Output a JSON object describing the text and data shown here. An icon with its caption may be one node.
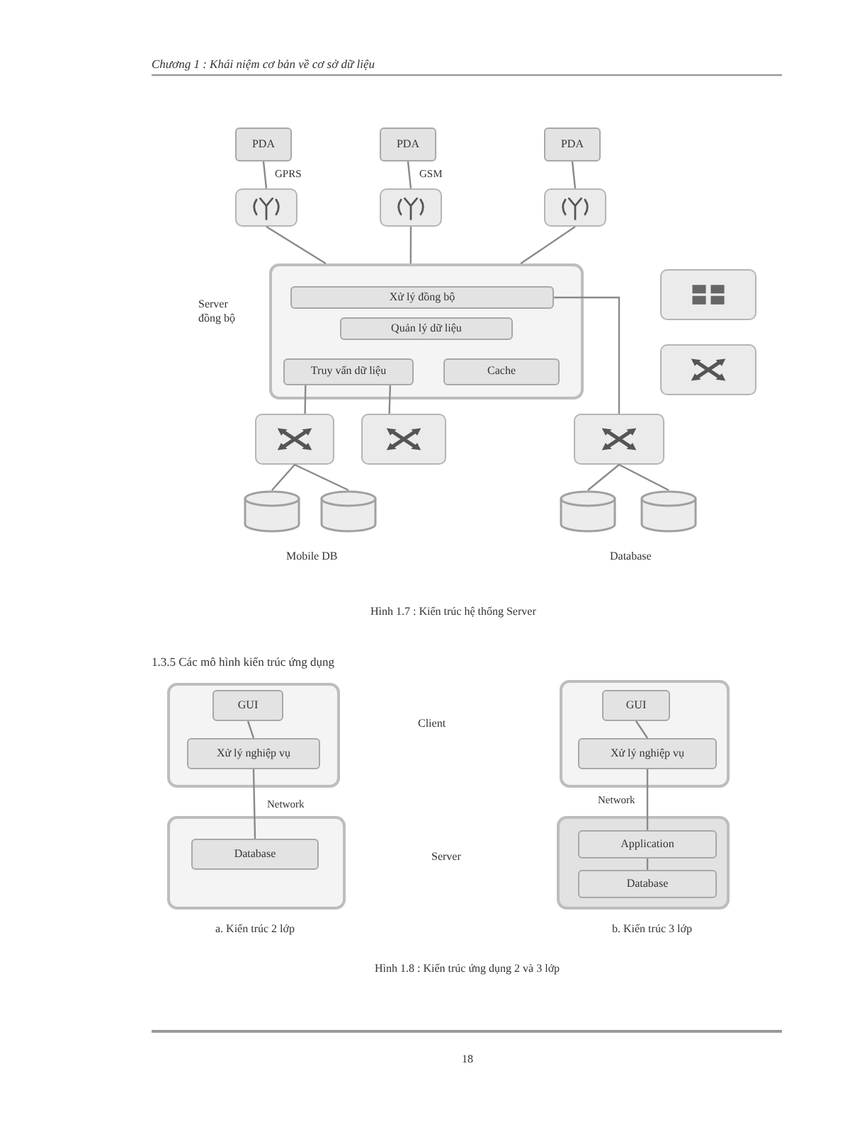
{
  "diagram": {
    "nodes": [
      {
        "text": [
          "PDA"
        ]
      },
      {
        "text": [
          "PDA"
        ]
      },
      {
        "text": [
          "PDA"
        ]
      },
      {
        "text": [],
        "shape": "picture"
      },
      {
        "text": [],
        "shape": "picture"
      },
      {
        "text": [],
        "shape": "picture"
      },
      {
        "text": [],
        "shape": "box",
        "beside": [
          "Server đồng bộ"
        ]
      },
      {
        "text": [
          "Xử lý đồng bộ"
        ],
        "in": 6
      },
      {
        "text": [
          "Quản lý dữ liệu"
        ],
        "in": 6
      },
      {
        "text": [
          "Truy vấn dữ liệu"
        ],
        "in": 6
      },
      {
        "text": [
          "Cache"
        ],
        "in": 6
      },
      {
        "text": [],
        "shape": "picture"
      },
      {
        "text": [],
        "shape": "picture"
      },
      {
        "text": [],
        "shape": "picture"
      },
      {
        "text": [],
        "shape": "picture"
      },
      {
        "text": [],
        "shape": "picture"
      },
      {
        "text": [],
        "shape": "cylinder"
      },
      {
        "text": [],
        "shape": "cylinder"
      },
      {
        "text": [],
        "shape": "cylinder"
      },
      {
        "text": [],
        "shape": "cylinder"
      },
      {
        "text": [],
        "shape": "box"
      },
      {
        "text": [
          "GUI"
        ],
        "in": 20
      },
      {
        "text": [
          "Xử lý nghiệp vụ"
        ],
        "in": 20
      },
      {
        "text": [],
        "shape": "box"
      },
      {
        "text": [
          "GUI"
        ],
        "in": 23
      },
      {
        "text": [
          "Xử lý nghiệp vụ"
        ],
        "in": 23
      },
      {
        "text": [],
        "shape": "box"
      },
      {
        "text": [
          "Database"
        ],
        "in": 26
      },
      {
        "text": [],
        "shape": "box"
      },
      {
        "text": [
          "Application"
        ],
        "in": 28
      },
      {
        "text": [
          "Database"
        ],
        "in": 28
      }
    ],
    "edges": [
      {
        "from": 0,
        "to": 3,
        "arrow": "none",
        "label": "GPRS"
      },
      {
        "from": 1,
        "to": 4,
        "arrow": "none",
        "label": "GSM"
      },
      {
        "from": 2,
        "to": 5,
        "arrow": "none"
      },
      {
        "from": 3,
        "to": 6,
        "arrow": "none"
      },
      {
        "from": 4,
        "to": 6,
        "arrow": "none"
      },
      {
        "from": 5,
        "to": 6,
        "arrow": "none"
      },
      {
        "from": 7,
        "to": 15,
        "arrow": "none"
      },
      {
        "from": 9,
        "to": 13,
        "arrow": "none"
      },
      {
        "from": 9,
        "to": 14,
        "arrow": "none"
      },
      {
        "from": 13,
        "to": 16,
        "arrow": "none"
      },
      {
        "from": 13,
        "to": 17,
        "arrow": "none"
      },
      {
        "from": 15,
        "to": 18,
        "arrow": "none"
      },
      {
        "from": 15,
        "to": 19,
        "arrow": "none"
      },
      {
        "from": 21,
        "to": 22,
        "arrow": "none"
      },
      {
        "from": 22,
        "to": 27,
        "arrow": "none",
        "label": "Network"
      },
      {
        "from": 24,
        "to": 25,
        "arrow": "none"
      },
      {
        "from": 25,
        "to": 29,
        "arrow": "none",
        "label": "Network"
      },
      {
        "from": 29,
        "to": 30,
        "arrow": "none"
      }
    ],
    "labels": [
      "Chương 1 : Khái niệm cơ bản về cơ sở dữ liệu",
      "Mobile DB",
      "Database",
      "Hình 1.7 : Kiến trúc hệ thống Server",
      "1.3.5 Các mô hình kiến trúc ứng dụng",
      "Client",
      "Server",
      "a. Kiến trúc 2 lớp",
      "b. Kiến trúc 3 lớp",
      "Hình 1.8 : Kiến trúc ứng dụng 2 và 3 lớp",
      "18"
    ]
  }
}
